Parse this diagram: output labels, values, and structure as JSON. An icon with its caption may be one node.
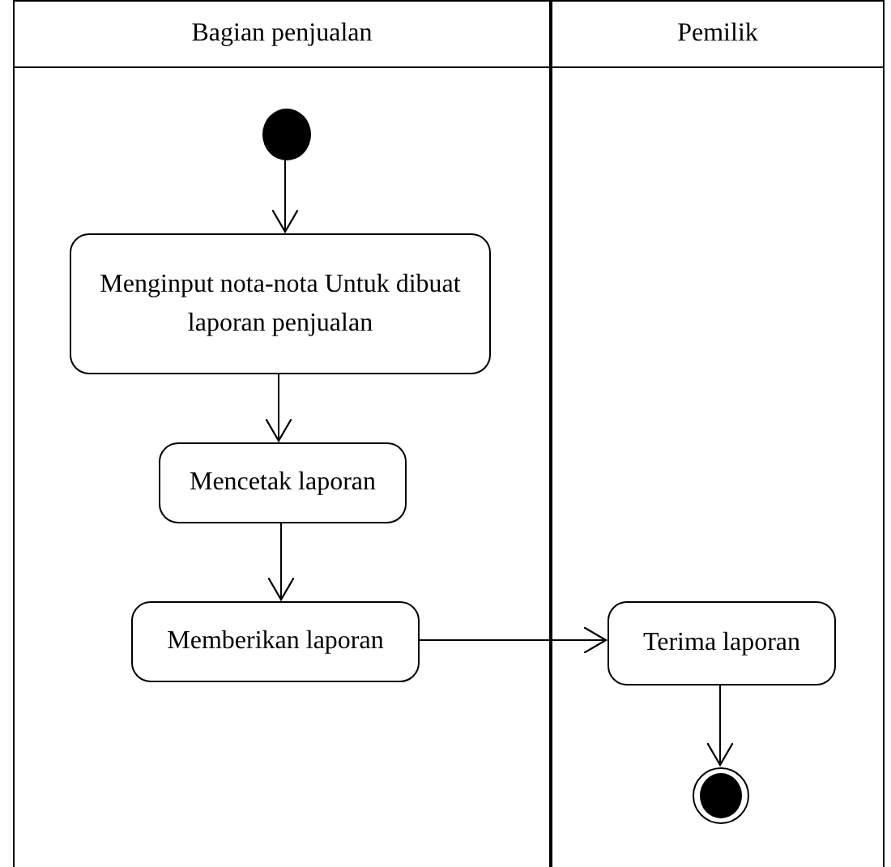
{
  "diagram": {
    "nodes": [
      {
        "text": [
          "Bagian penjualan"
        ]
      },
      {
        "text": [
          "Pemilik"
        ]
      },
      {
        "text": [],
        "shape": "circle",
        "in": 0
      },
      {
        "text": [
          "Menginput nota-nota Untuk dibuat laporan penjualan"
        ],
        "in": 0
      },
      {
        "text": [
          "Mencetak laporan"
        ],
        "in": 0
      },
      {
        "text": [
          "Memberikan laporan"
        ],
        "in": 0
      },
      {
        "text": [
          "Terima laporan"
        ],
        "in": 1
      },
      {
        "text": [],
        "shape": "circle",
        "in": 1
      }
    ],
    "edges": [
      {
        "from": 2,
        "to": 3,
        "arrow": "to"
      },
      {
        "from": 3,
        "to": 4,
        "arrow": "to"
      },
      {
        "from": 4,
        "to": 5,
        "arrow": "to"
      },
      {
        "from": 5,
        "to": 6,
        "arrow": "to"
      },
      {
        "from": 6,
        "to": 7,
        "arrow": "to"
      }
    ]
  }
}
